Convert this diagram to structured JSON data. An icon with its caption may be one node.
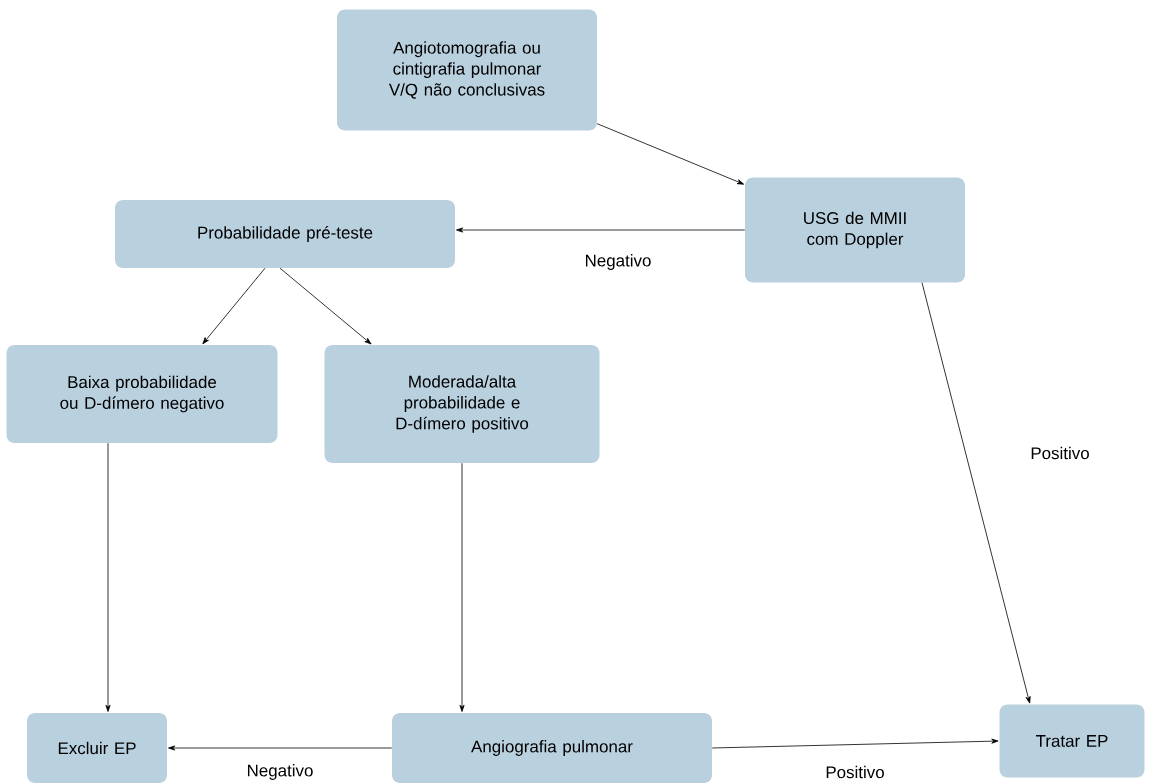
{
  "diagram": {
    "nodes": [
      {
        "text": [
          "Angiotomografia ou cintigrafia pulmonar V/Q não conclusivas"
        ]
      },
      {
        "text": [
          "USG de MMII com Doppler"
        ]
      },
      {
        "text": [
          "Probabilidade pré-teste"
        ]
      },
      {
        "text": [
          "Baixa probabilidade ou D-dímero negativo"
        ]
      },
      {
        "text": [
          "Moderada/alta probabilidade e D-dímero positivo"
        ]
      },
      {
        "text": [
          "Excluir EP"
        ]
      },
      {
        "text": [
          "Angiografia pulmonar"
        ]
      },
      {
        "text": [
          "Tratar EP"
        ]
      }
    ],
    "edges": [
      {
        "from": 0,
        "to": 1,
        "arrow": "to"
      },
      {
        "from": 1,
        "to": 2,
        "arrow": "to",
        "label": "Negativo"
      },
      {
        "from": 2,
        "to": 3,
        "arrow": "to"
      },
      {
        "from": 2,
        "to": 4,
        "arrow": "to"
      },
      {
        "from": 1,
        "to": 7,
        "arrow": "to",
        "label": "Positivo"
      },
      {
        "from": 3,
        "to": 5,
        "arrow": "to"
      },
      {
        "from": 4,
        "to": 6,
        "arrow": "to"
      },
      {
        "from": 6,
        "to": 5,
        "arrow": "to",
        "label": "Negativo"
      },
      {
        "from": 6,
        "to": 7,
        "arrow": "to",
        "label": "Positivo"
      }
    ]
  }
}
